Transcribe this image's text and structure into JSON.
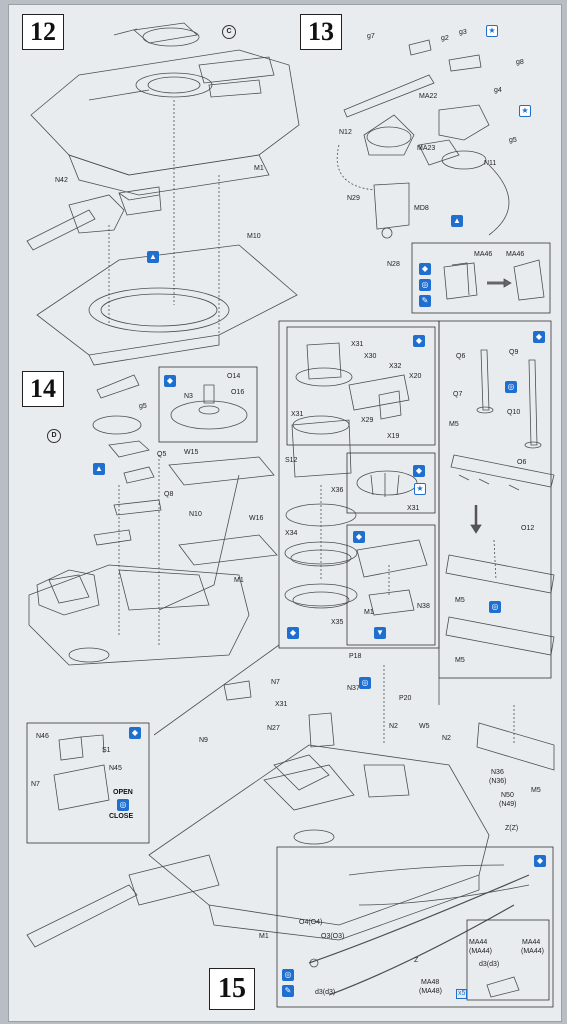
{
  "steps": [
    {
      "number": "12"
    },
    {
      "number": "13"
    },
    {
      "number": "14"
    },
    {
      "number": "15"
    }
  ],
  "markers": {
    "c": "C",
    "d": "D"
  },
  "step12_labels": {
    "m1": "M1",
    "n42": "N42",
    "m10": "M10"
  },
  "step13_labels": {
    "g7": "g7",
    "g2": "g2",
    "g3": "g3",
    "g8": "g8",
    "g4": "g4",
    "g5": "g5",
    "ma22": "MA22",
    "ma23": "MA23",
    "n12": "N12",
    "n11": "N11",
    "n29": "N29",
    "md8": "MD8",
    "n28": "N28",
    "ma46a": "MA46",
    "ma46b": "MA46"
  },
  "step14_labels": {
    "g5": "g5",
    "n3": "N3",
    "o14": "O14",
    "o16": "O16",
    "q5": "Q5",
    "w15": "W15",
    "q8": "Q8",
    "n10": "N10",
    "w16": "W16",
    "m1": "M1"
  },
  "inset_turret": {
    "x31a": "X31",
    "x30": "X30",
    "x32": "X32",
    "x20": "X20",
    "x29": "X29",
    "x19": "X19",
    "x31b": "X31",
    "s12": "S12",
    "x36": "X36",
    "x31c": "X31",
    "x34": "X34",
    "x35": "X35",
    "m1": "M1",
    "n38": "N38"
  },
  "inset_right": {
    "q6": "Q6",
    "q9": "Q9",
    "q7": "Q7",
    "q10": "Q10",
    "m5a": "M5",
    "o6": "O6",
    "o12": "O12",
    "m5b": "M5",
    "m5c": "M5"
  },
  "step15_labels": {
    "p18": "P18",
    "p20": "P20",
    "n7": "N7",
    "n37": "N37",
    "x31": "X31",
    "n9": "N9",
    "n27": "N27",
    "n2a": "N2",
    "w5": "W5",
    "n2b": "N2",
    "n36": "N36",
    "n36b": "(N36)",
    "m5": "M5",
    "n50": "N50",
    "n49": "(N49)",
    "z1": "Z(Z)",
    "o4": "O4(O4)",
    "o3": "O3(O3)",
    "m1": "M1",
    "z2": "Z",
    "d3": "d3(d3)",
    "ma48": "MA48",
    "ma48b": "(MA48)",
    "ma44a": "MA44",
    "ma44ab": "(MA44)",
    "ma44b": "MA44",
    "ma44bb": "(MA44)",
    "d3b": "d3(d3)",
    "x5": "x5"
  },
  "inset_hatch": {
    "n46": "N46",
    "s1": "S1",
    "n45": "N45",
    "n7": "N7",
    "open": "OPEN",
    "close": "CLOSE"
  },
  "colors": {
    "icon_blue": "#1f6fd0",
    "line": "#4a4f55",
    "paper": "#e9ecef"
  },
  "icons": [
    "glue-icon",
    "ab-option-icon",
    "star-icon",
    "paint-icon",
    "x-cut-icon"
  ]
}
